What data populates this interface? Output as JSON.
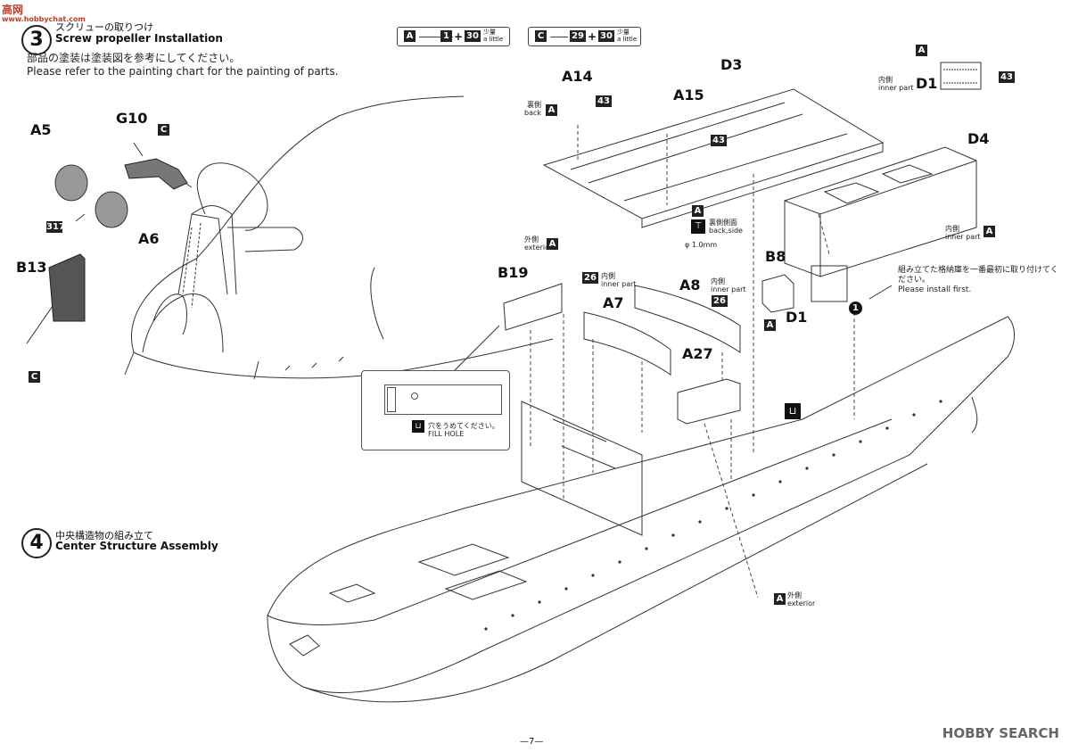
{
  "watermark_left": {
    "main": "高",
    "cn": "网",
    "sub": "www.hobbychat.com"
  },
  "watermark_right": "HOBBY SEARCH",
  "step3": {
    "jp": "スクリューの取りつけ",
    "en": "Screw propeller Installation",
    "note_jp": "部品の塗装は塗装図を参考にしてください。",
    "note_en": "Please refer to the painting chart for the painting of parts."
  },
  "legend": [
    {
      "tree": "A",
      "num1": "1",
      "plus": "+",
      "num2": "30",
      "jp": "少量",
      "en": "a little"
    },
    {
      "tree": "C",
      "num1": "29",
      "plus": "+",
      "num2": "30",
      "jp": "少量",
      "en": "a little"
    }
  ],
  "labels": {
    "A5": "A5",
    "G10": "G10",
    "A6": "A6",
    "B13": "B13",
    "A14": "A14",
    "A15": "A15",
    "D3": "D3",
    "D4": "D4",
    "D1_top": "D1",
    "B8": "B8",
    "D1": "D1",
    "B19": "B19",
    "A7": "A7",
    "A8": "A8",
    "A27": "A27"
  },
  "boxes": {
    "c_g10": "C",
    "n317": "317",
    "c_b13": "C",
    "a_back": "A",
    "n43_a14": "43",
    "n43_a15": "43",
    "a_hole": "A",
    "a_d1top": "A",
    "n43_d1top": "43",
    "a_d4": "A",
    "a_b8": "A",
    "a_b19": "A",
    "n26_b19": "26",
    "n26_a8": "26",
    "a_a27": "A"
  },
  "small": {
    "back_jp": "裏側",
    "back_en": "back",
    "backside_jp": "裏側側面",
    "backside_en": "back,side",
    "phi": "φ 1.0mm",
    "inner_jp": "内側",
    "inner_en": "inner part",
    "exterior_jp": "外側",
    "exterior_en": "exterior",
    "install_jp": "組み立てた格納庫を一番最初に取り付けてください。",
    "install_en": "Please install first.",
    "step_marker": "1",
    "fill_jp": "穴をうめてください。",
    "fill_en": "FILL HOLE"
  },
  "step4": {
    "number": "4",
    "jp": "中央構造物の組み立て",
    "en": "Center Structure Assembly"
  },
  "page_number": "—7—"
}
